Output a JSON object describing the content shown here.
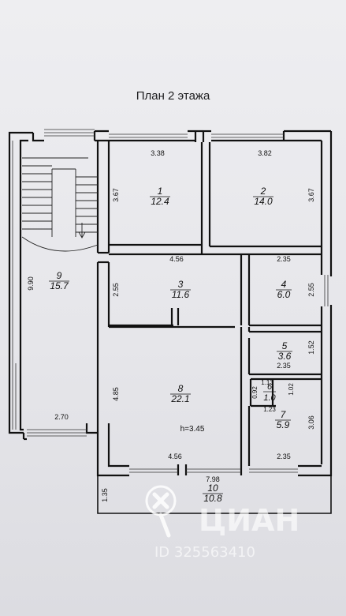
{
  "title": "План 2 этажа",
  "rooms": [
    {
      "id": "1",
      "number": "1",
      "area": "12.4"
    },
    {
      "id": "2",
      "number": "2",
      "area": "14.0"
    },
    {
      "id": "3",
      "number": "3",
      "area": "11.6"
    },
    {
      "id": "4",
      "number": "4",
      "area": "6.0"
    },
    {
      "id": "5",
      "number": "5",
      "area": "3.6"
    },
    {
      "id": "6",
      "number": "6",
      "area": "1.0"
    },
    {
      "id": "7",
      "number": "7",
      "area": "5.9"
    },
    {
      "id": "8",
      "number": "8",
      "area": "22.1"
    },
    {
      "id": "9",
      "number": "9",
      "area": "15.7"
    },
    {
      "id": "10",
      "number": "10",
      "area": "10.8"
    }
  ],
  "dimensions": {
    "room1_width": "3.38",
    "room1_height": "3.67",
    "room2_width": "3.82",
    "room2_height": "3.67",
    "room3_width": "4.56",
    "room3_height": "2.55",
    "room4_width": "2.35",
    "room4_height": "2.55",
    "room5_height": "1.52",
    "room5_width": "2.35",
    "room6_width_top": "1.13",
    "room6_height": "0.92",
    "room6_height_right": "1.02",
    "room6_width_bottom": "1.23",
    "room7_height": "3.06",
    "room7_width": "2.35",
    "room8_height": "4.85",
    "room8_width": "4.56",
    "ceiling_height": "h=3.45",
    "room9_height": "9.90",
    "room9_width": "2.70",
    "balcony_width": "7.98",
    "balcony_depth": "1.35"
  },
  "watermark": {
    "brand": "ЦИАН",
    "id_text": "ID 325563410"
  }
}
